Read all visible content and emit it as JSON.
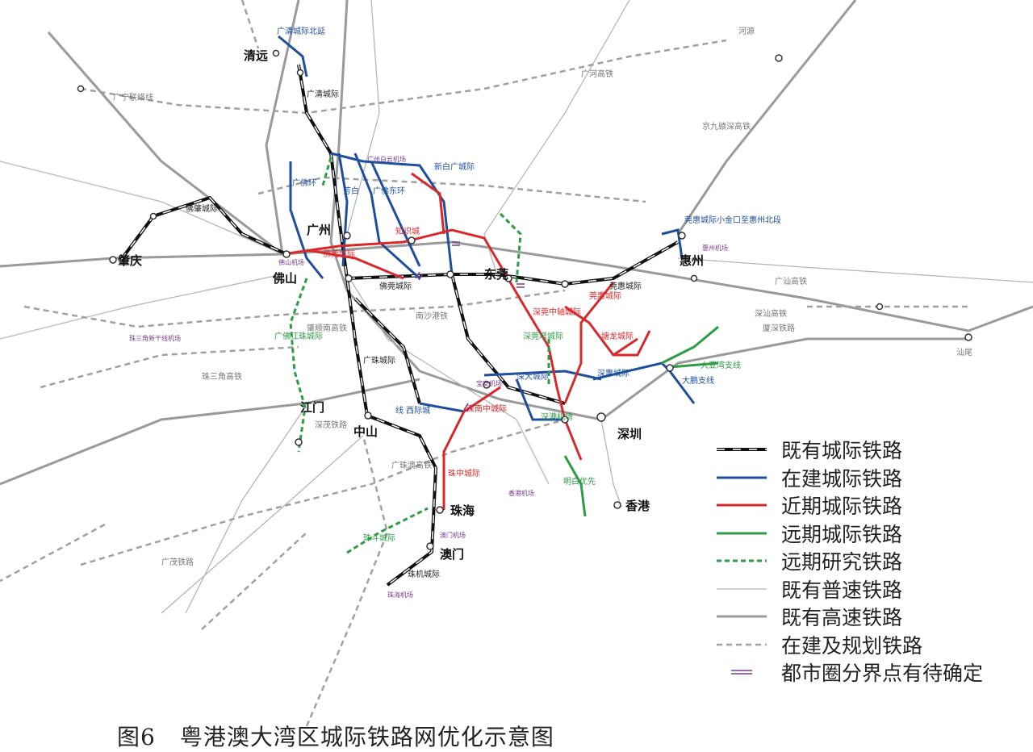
{
  "caption": {
    "number": "图6",
    "title": "粤港澳大湾区城际铁路网优化示意图"
  },
  "colors": {
    "existing_intercity": "#111111",
    "under_construction_intercity": "#1f4f9c",
    "near_term_intercity": "#d8282b",
    "long_term_intercity": "#2e9b45",
    "long_term_study": "#2e9b45",
    "existing_conventional": "#aaaaaa",
    "existing_highspeed": "#999999",
    "planned_railway": "#999999",
    "boundary_marker": "#7a3b8f"
  },
  "legend": [
    {
      "label": "既有城际铁路",
      "style": "existing_intercity"
    },
    {
      "label": "在建城际铁路",
      "style": "under_construction_intercity"
    },
    {
      "label": "近期城际铁路",
      "style": "near_term_intercity"
    },
    {
      "label": "远期城际铁路",
      "style": "long_term_intercity"
    },
    {
      "label": "远期研究铁路",
      "style": "long_term_study"
    },
    {
      "label": "既有普速铁路",
      "style": "existing_conventional"
    },
    {
      "label": "既有高速铁路",
      "style": "existing_highspeed"
    },
    {
      "label": "在建及规划铁路",
      "style": "planned_railway"
    },
    {
      "label": "都市圈分界点有待确定",
      "style": "boundary_marker"
    }
  ],
  "cities": [
    "清远",
    "广州",
    "佛山",
    "肇庆",
    "东莞",
    "惠州",
    "江门",
    "中山",
    "珠海",
    "澳门",
    "深圳",
    "香港",
    "汕尾",
    "河源"
  ],
  "airports": [
    "广州白云机场",
    "佛山机场",
    "惠州机场",
    "珠三角新干线机场",
    "宝安机场",
    "香港机场",
    "澳门机场",
    "珠海机场"
  ],
  "line_labels": {
    "blue": [
      "广清城际北延",
      "莞惠城际小金口至惠州北段",
      "深大城际",
      "深惠城际",
      "大鹏支线",
      "广佛环",
      "芳白",
      "广佛东环",
      "新白广城际",
      "线 西际城"
    ],
    "red": [
      "深莞中轴城际",
      "莞惠城际",
      "塘龙城际",
      "深南中城际",
      "珠中城际",
      "知识城",
      "佛莞城际"
    ],
    "green": [
      "大亚湾支线",
      "深港机场",
      "明白优先"
    ],
    "green_dashed": [
      "广佛江珠城际",
      "珠斗城际",
      "深莞增城际"
    ],
    "black": [
      "佛肇城际",
      "广清城际",
      "莞惠城际",
      "佛莞城际",
      "广珠城际",
      "珠机城际"
    ],
    "gray": [
      "广宁联络线",
      "广河高铁",
      "京九赣深高铁",
      "广汕高铁",
      "深汕高铁",
      "厦深铁路",
      "珠三角高铁",
      "肇顺南高铁",
      "广珠澳高铁",
      "深茂铁路",
      "南沙港铁",
      "广茂铁路"
    ]
  }
}
